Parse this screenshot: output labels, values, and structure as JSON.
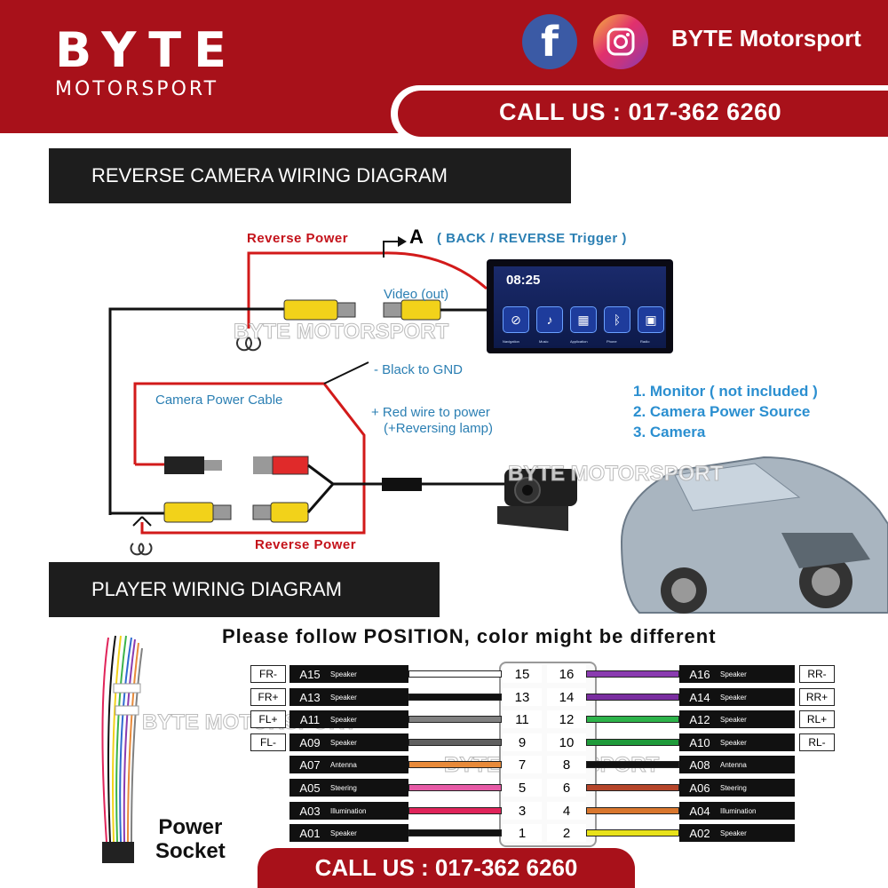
{
  "header": {
    "logo_top": "BYTE",
    "logo_bottom": "MOTORSPORT",
    "brand_name": "BYTE Motorsport",
    "call_us": "CALL US : 017-362 6260",
    "facebook_glyph": "f"
  },
  "sections": {
    "camera_title": "REVERSE CAMERA WIRING DIAGRAM",
    "player_title": "PLAYER WIRING DIAGRAM"
  },
  "camera_diagram": {
    "reverse_power_top": "Reverse Power",
    "trigger_letter": "A",
    "trigger_text": "( BACK / REVERSE Trigger )",
    "video_out": "Video (out)",
    "black_gnd": "- Black to GND",
    "camera_power_cable": "Camera Power Cable",
    "red_wire_1": "+ Red wire to power",
    "red_wire_2": "(+Reversing lamp)",
    "reverse_power_bottom": "Reverse Power",
    "legend": [
      "1. Monitor ( not included )",
      "2. Camera Power Source",
      "3. Camera"
    ],
    "screen_time": "08:25",
    "screen_apps": [
      "Navigation",
      "Music",
      "Application",
      "Phone",
      "Radio"
    ]
  },
  "watermark": "BYTE MOTORSPORT",
  "player_diagram": {
    "instruction": "Please follow POSITION, color might be different",
    "left_pins": [
      {
        "tag": "FR-",
        "code": "A15",
        "fn": "Speaker",
        "num": "15",
        "color": "#ffffff"
      },
      {
        "tag": "FR+",
        "code": "A13",
        "fn": "Speaker",
        "num": "13",
        "color": "#111111"
      },
      {
        "tag": "FL+",
        "code": "A11",
        "fn": "Speaker",
        "num": "11",
        "color": "#808080"
      },
      {
        "tag": "FL-",
        "code": "A09",
        "fn": "Speaker",
        "num": "9",
        "color": "#606060"
      },
      {
        "tag": "",
        "code": "A07",
        "fn": "Antenna",
        "num": "7",
        "color": "#e88a3a"
      },
      {
        "tag": "",
        "code": "A05",
        "fn": "Steering",
        "num": "5",
        "color": "#e65aa6"
      },
      {
        "tag": "",
        "code": "A03",
        "fn": "Illumination",
        "num": "3",
        "color": "#e0245a"
      },
      {
        "tag": "",
        "code": "A01",
        "fn": "Speaker",
        "num": "1",
        "color": "#111111"
      }
    ],
    "right_pins": [
      {
        "tag": "RR-",
        "code": "A16",
        "fn": "Speaker",
        "num": "16",
        "color": "#8a3bb0"
      },
      {
        "tag": "RR+",
        "code": "A14",
        "fn": "Speaker",
        "num": "14",
        "color": "#7a2ea0"
      },
      {
        "tag": "RL+",
        "code": "A12",
        "fn": "Speaker",
        "num": "12",
        "color": "#2db34a"
      },
      {
        "tag": "RL-",
        "code": "A10",
        "fn": "Speaker",
        "num": "10",
        "color": "#1f9a3a"
      },
      {
        "tag": "",
        "code": "A08",
        "fn": "Antenna",
        "num": "8",
        "color": "#111111"
      },
      {
        "tag": "",
        "code": "A06",
        "fn": "Steering",
        "num": "6",
        "color": "#b5452a"
      },
      {
        "tag": "",
        "code": "A04",
        "fn": "Illumination",
        "num": "4",
        "color": "#d9772e"
      },
      {
        "tag": "",
        "code": "A02",
        "fn": "Speaker",
        "num": "2",
        "color": "#e8e21a"
      }
    ],
    "power_socket_1": "Power",
    "power_socket_2": "Socket",
    "harness_colors": [
      "#e0245a",
      "#111111",
      "#f2d21a",
      "#3cb34a",
      "#2f6ad0",
      "#8a3bb0",
      "#e88a3a",
      "#ffffff",
      "#808080"
    ]
  },
  "footer": {
    "call_us": "CALL US : 017-362 6260"
  },
  "colors": {
    "brand_red": "#a8111a",
    "wire_red": "#d21a1a",
    "rca_yellow": "#f2d21a",
    "label_blue": "#2b7fb3"
  }
}
